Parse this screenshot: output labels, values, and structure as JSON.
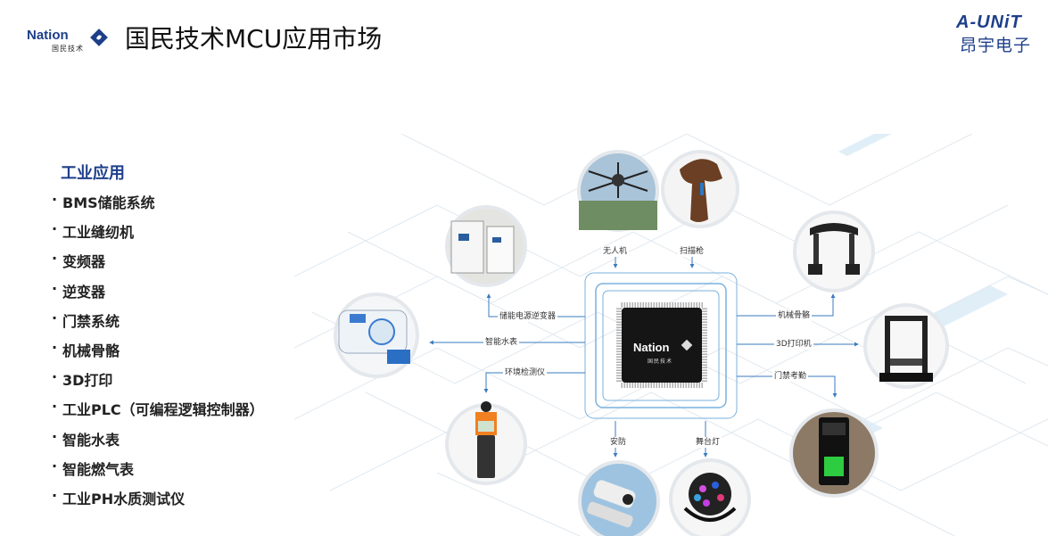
{
  "header": {
    "brand_logo_text": "Nation",
    "brand_logo_cn": "国民技术",
    "title": "国民技术MCU应用市场",
    "partner_logo_en": "A-UNiT",
    "partner_logo_cn": "昂宇电子"
  },
  "section": {
    "title": "工业应用",
    "bullet": "·",
    "items": [
      " BMS储能系统",
      "工业缝纫机",
      "变频器",
      "逆变器",
      "门禁系统",
      "机械骨骼",
      " 3D打印",
      "工业PLC（可编程逻辑控制器）",
      "智能水表",
      "智能燃气表",
      "工业PH水质测试仪"
    ]
  },
  "diagram": {
    "chip_brand": "Nation",
    "chip_brand_cn": "国民技术",
    "labels": {
      "drone": "无人机",
      "scanner": "扫描枪",
      "inverter_storage": "储能电源逆变器",
      "water_meter": "智能水表",
      "env_meter": "环境检测仪",
      "exoskeleton": "机械骨骼",
      "printer": "3D打印机",
      "door_access": "门禁考勤",
      "security": "安防",
      "stage_light": "舞台灯"
    }
  }
}
